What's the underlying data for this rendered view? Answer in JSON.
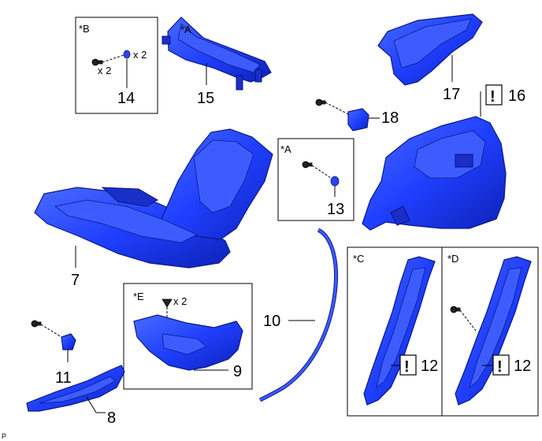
{
  "callouts": {
    "p7": "7",
    "p8": "8",
    "p9": "9",
    "p10": "10",
    "p11": "11",
    "p12c": "12",
    "p12d": "12",
    "p13": "13",
    "p14": "14",
    "p15": "15",
    "p16": "16",
    "p17": "17",
    "p18": "18"
  },
  "box_tags": {
    "a_inset": "*A",
    "a_part": "*A",
    "b": "*B",
    "c": "*C",
    "d": "*D",
    "e": "*E"
  },
  "quantities": {
    "b_clip": "x 2",
    "b_screw": "x 2",
    "e_screw": "x 2"
  },
  "warning_mark": "!",
  "corner_code": "P",
  "colors": {
    "part_blue": "#1f3fff",
    "part_dark": "#0a1a8a"
  }
}
